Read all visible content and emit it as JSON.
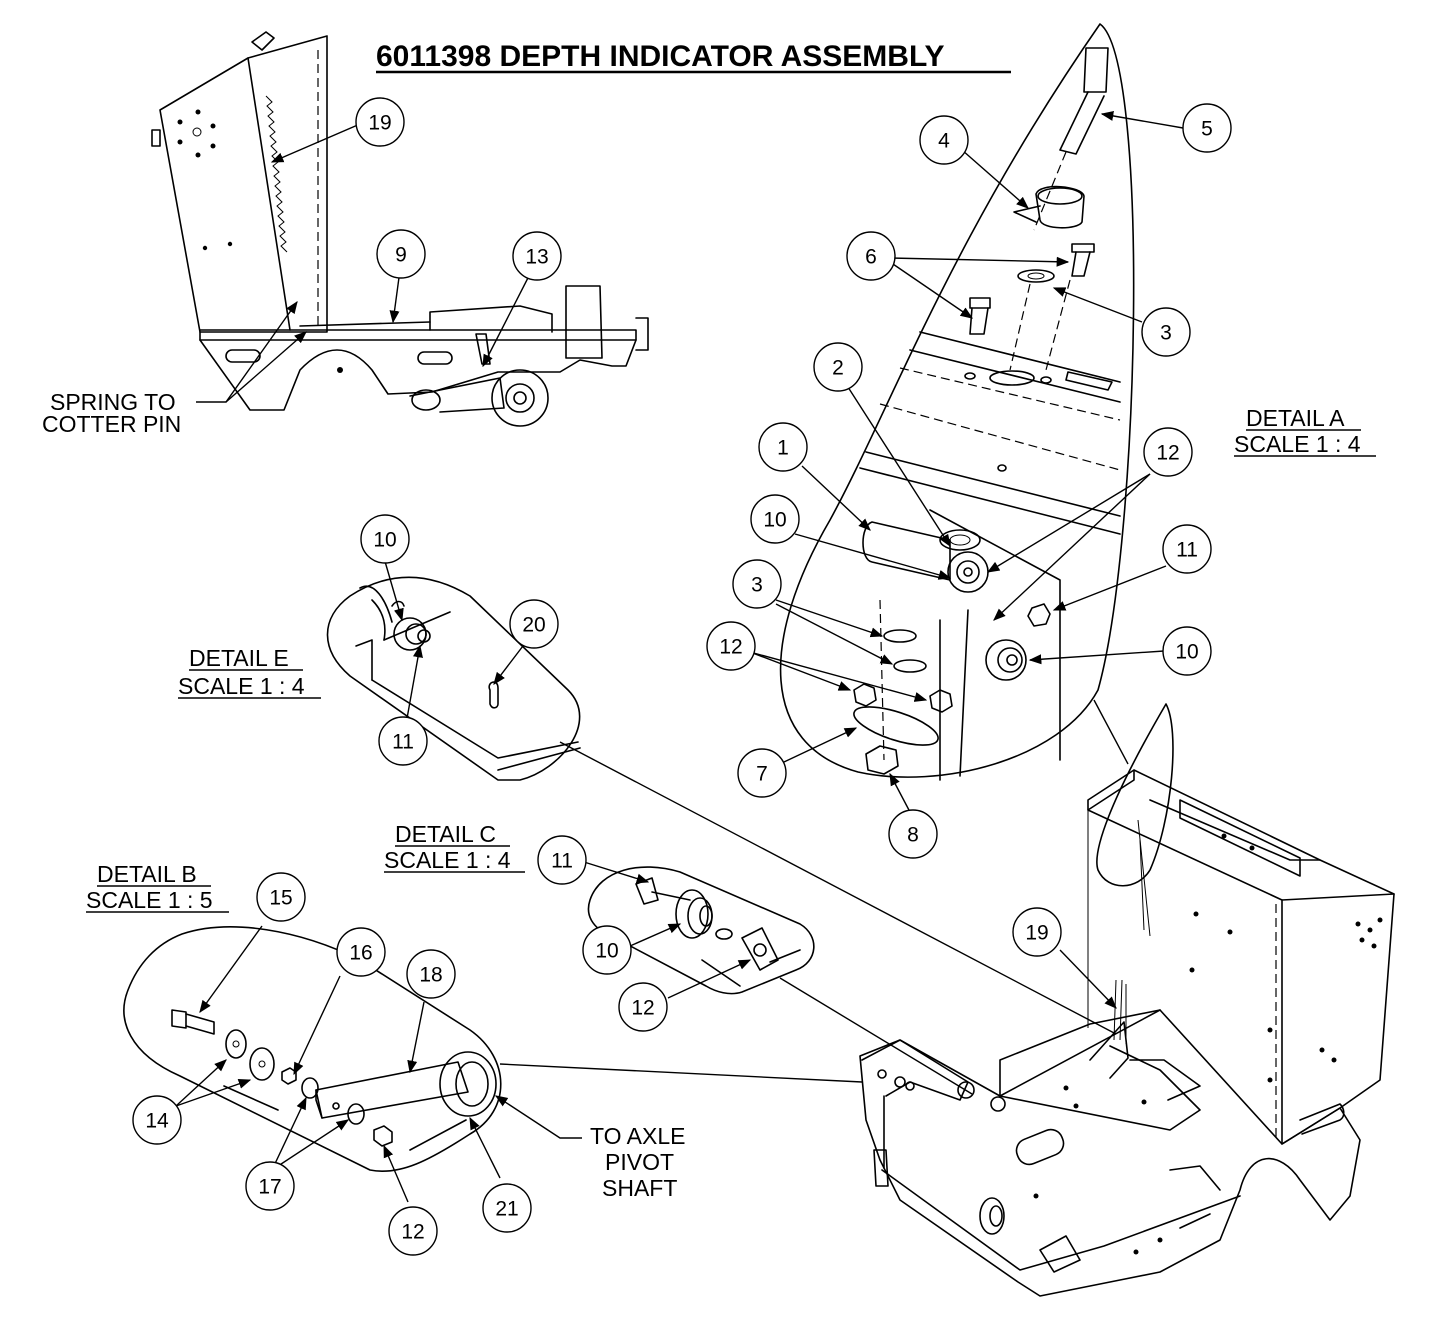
{
  "title": "6011398 DEPTH INDICATOR ASSEMBLY",
  "details": {
    "a": {
      "name": "DETAIL A",
      "scale": "SCALE 1 : 4"
    },
    "b": {
      "name": "DETAIL B",
      "scale": "SCALE 1 : 5"
    },
    "c": {
      "name": "DETAIL C",
      "scale": "SCALE 1 : 4"
    },
    "e": {
      "name": "DETAIL E",
      "scale": "SCALE 1 : 4"
    }
  },
  "notes": {
    "spring": [
      "SPRING TO",
      "COTTER PIN"
    ],
    "axle": [
      "TO AXLE",
      "PIVOT",
      "SHAFT"
    ]
  },
  "balloons": {
    "side_19": "19",
    "side_9": "9",
    "side_13": "13",
    "a_5": "5",
    "a_4": "4",
    "a_6": "6",
    "a_3_top": "3",
    "a_2": "2",
    "a_1": "1",
    "a_12_top": "12",
    "a_10_left": "10",
    "a_11": "11",
    "a_3_bot": "3",
    "a_10_right": "10",
    "a_12_left": "12",
    "a_7": "7",
    "a_8": "8",
    "e_10": "10",
    "e_20": "20",
    "e_11": "11",
    "c_11": "11",
    "c_10": "10",
    "c_12": "12",
    "b_15": "15",
    "b_16": "16",
    "b_18": "18",
    "b_14": "14",
    "b_17": "17",
    "b_12": "12",
    "b_21": "21",
    "main_19": "19"
  }
}
